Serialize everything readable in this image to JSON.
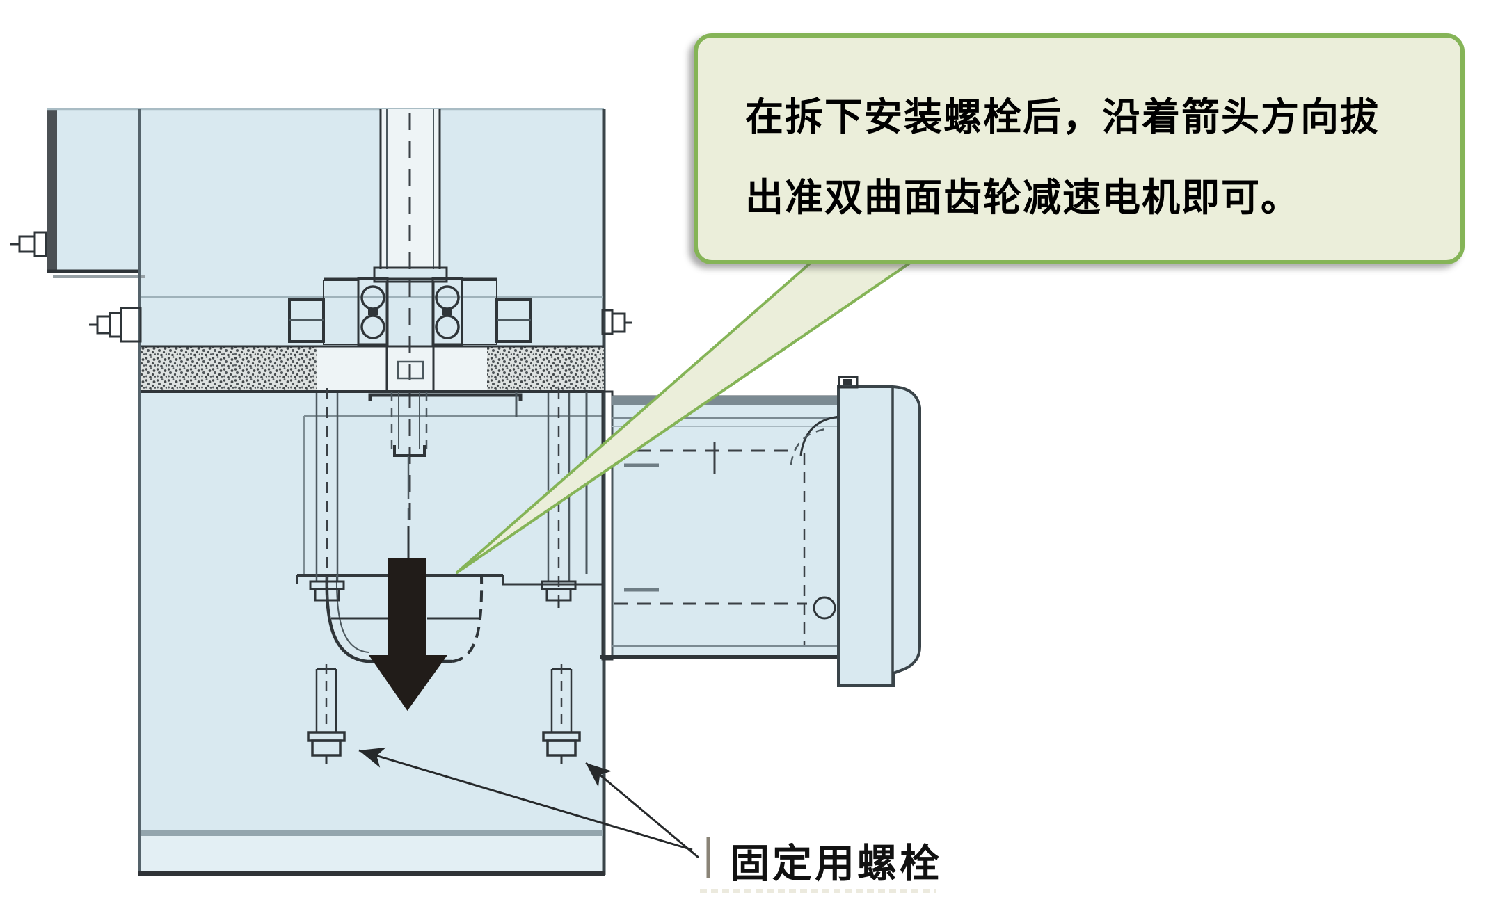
{
  "figure": {
    "description": "Cross-section illustration: pulling a hypoid gear motor out of a machine housing after removing mounting bolts",
    "pull_direction": "down"
  },
  "callout": {
    "line1": "在拆下安装螺栓后，沿着箭头方向拔",
    "line2": "出准双曲面齿轮减速电机即可。",
    "fill": "#ebeeda",
    "border_color": "#85b457",
    "text_color": "#000000"
  },
  "labels": {
    "fixing_bolts": "固定用螺栓"
  },
  "colors": {
    "background": "#ffffff",
    "machine_fill": "#d9e9f0",
    "component_fill": "#eef4f6",
    "outline_dark": "#2f3539",
    "outline_gray": "#7e8d94",
    "speckle_base": "#dde1e0",
    "speckle_dot": "#43484b",
    "arrow_black": "#211c19",
    "leader_color": "#26292b"
  },
  "icons": {
    "pull_direction_arrow": "solid-down-arrow",
    "leader_arrowheads": "thin-line-arrow"
  }
}
